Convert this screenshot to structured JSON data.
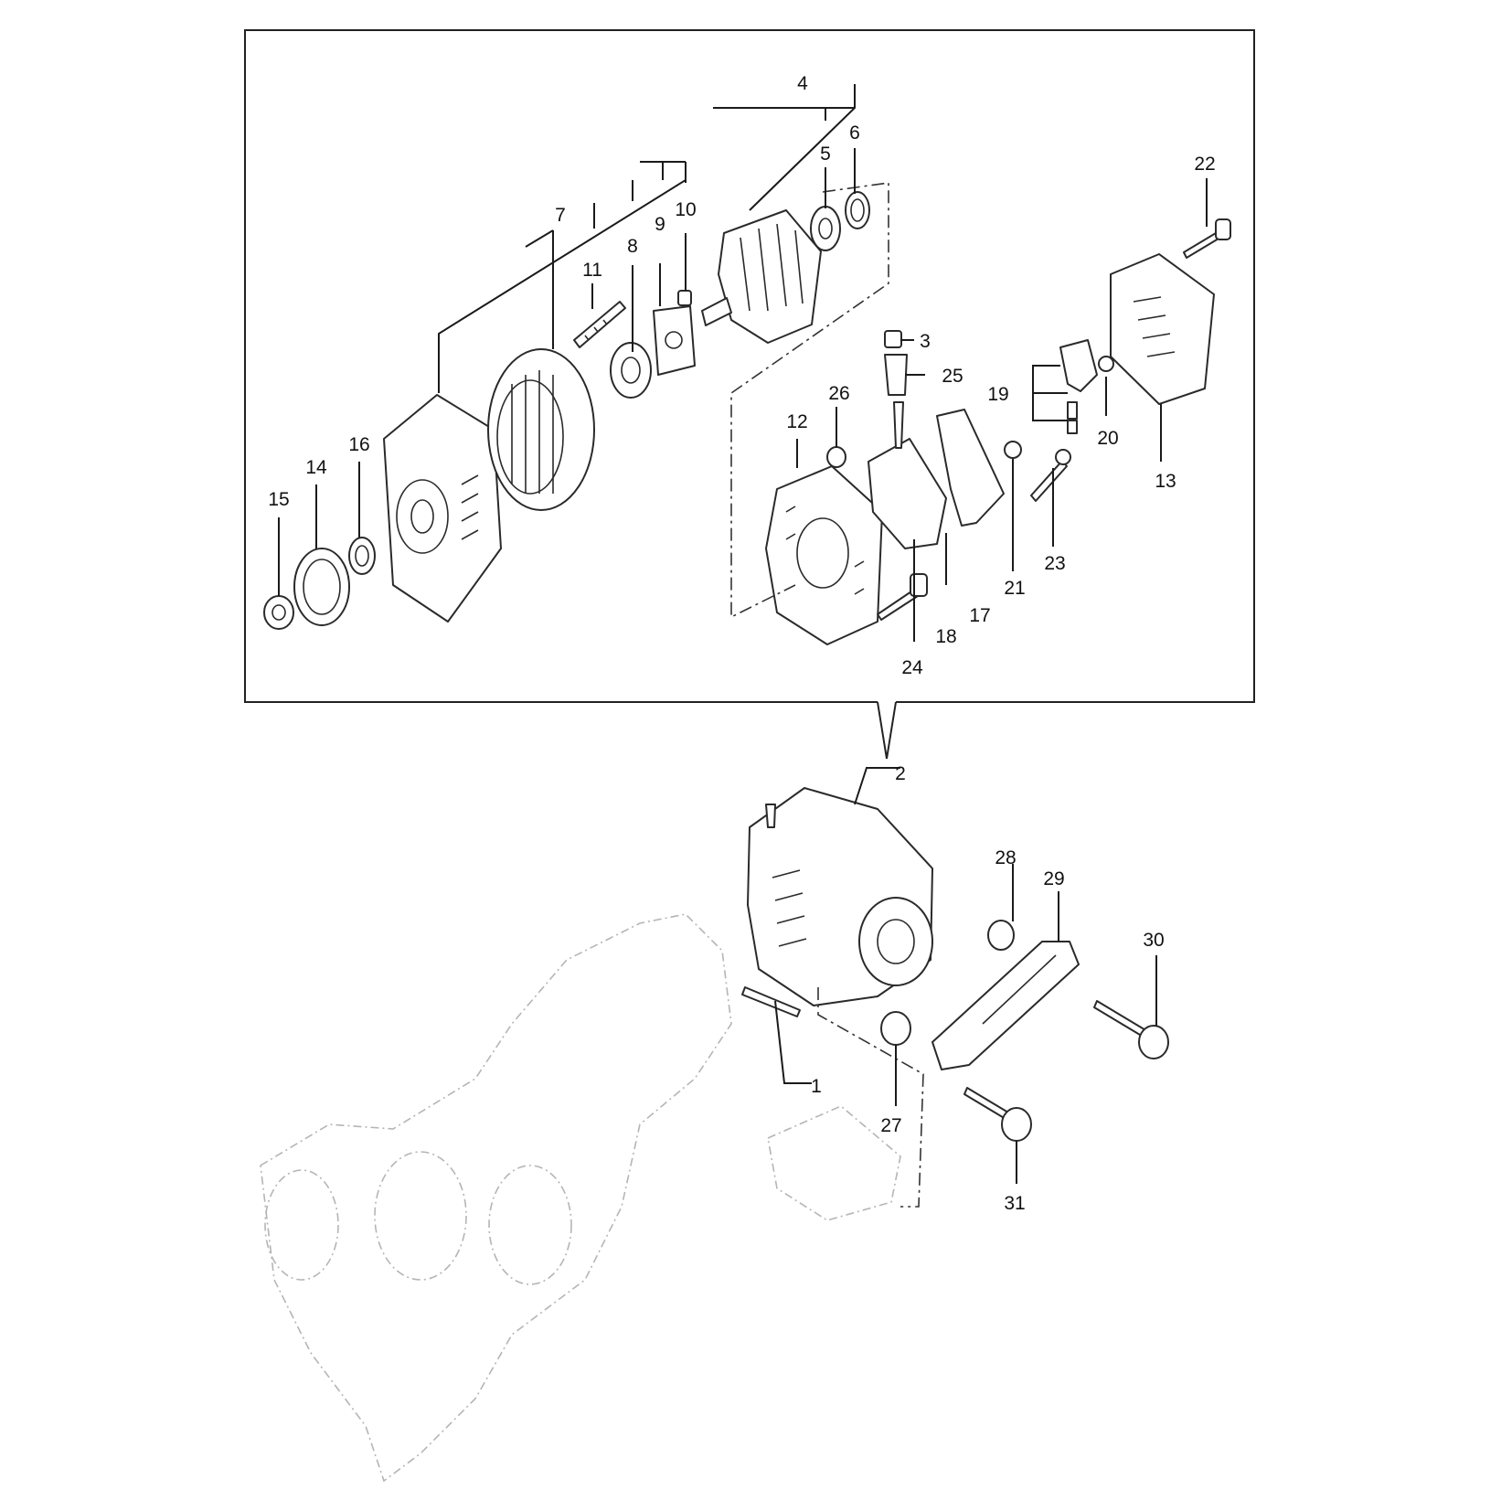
{
  "diagram": {
    "type": "exploded parts diagram",
    "subject": "alternator assembly with mounting hardware",
    "callouts": [
      "1",
      "2",
      "3",
      "4",
      "5",
      "6",
      "7",
      "8",
      "9",
      "10",
      "11",
      "12",
      "13",
      "14",
      "15",
      "16",
      "17",
      "18",
      "19",
      "20",
      "21",
      "22",
      "23",
      "24",
      "25",
      "26",
      "27",
      "28",
      "29",
      "30",
      "31"
    ]
  }
}
